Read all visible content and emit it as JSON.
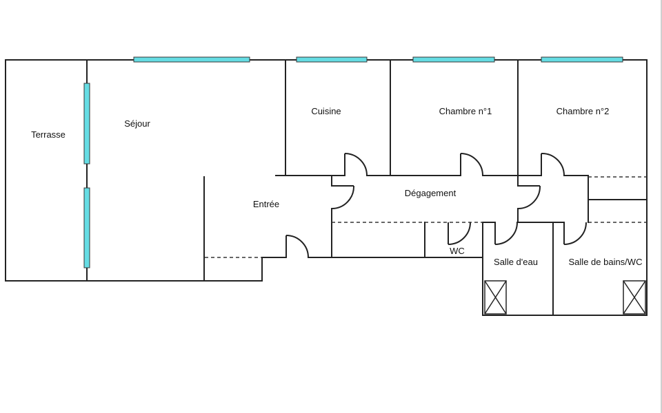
{
  "colors": {
    "wall": "#222222",
    "window": "#66dde4",
    "window_edge": "#333333",
    "dashed": "#333333",
    "text": "#111111"
  },
  "rooms": {
    "terrasse": "Terrasse",
    "sejour": "Séjour",
    "cuisine": "Cuisine",
    "chambre1": "Chambre n°1",
    "chambre2": "Chambre n°2",
    "entree": "Entrée",
    "degagement": "Dégagement",
    "wc": "WC",
    "salle_eau": "Salle d'eau",
    "salle_bains": "Salle de bains/WC"
  }
}
